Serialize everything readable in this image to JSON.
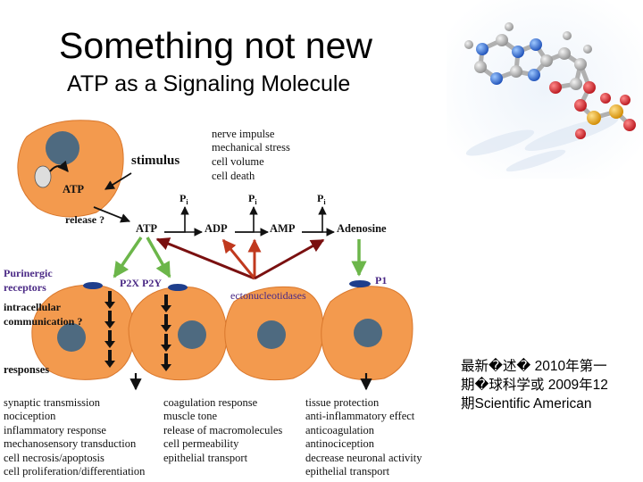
{
  "slide": {
    "title": "Something not new",
    "subtitle": "ATP as a Signaling Molecule"
  },
  "diagram": {
    "stimulus": "stimulus",
    "stimuli": [
      "nerve impulse",
      "mechanical stress",
      "cell volume",
      "cell death"
    ],
    "atp_in_cell": "ATP",
    "release": "release ?",
    "cascade": [
      "ATP",
      "ADP",
      "AMP",
      "Adenosine"
    ],
    "pi": "P",
    "pi_sub": "i",
    "receptors_p2": "P2X P2Y",
    "receptor_p1": "P1",
    "enzyme": "ectonucleotidases",
    "purinergic": [
      "Purinergic",
      "receptors"
    ],
    "communication": [
      "intracellular",
      "communication ?"
    ],
    "responses": "responses",
    "responses_col1": [
      "synaptic transmission",
      "nociception",
      "inflammatory response",
      "mechanosensory transduction",
      "cell necrosis/apoptosis",
      "cell proliferation/differentiation"
    ],
    "responses_col2": [
      "coagulation response",
      "muscle tone",
      "release of macromolecules",
      "cell permeability",
      "epithelial transport"
    ],
    "responses_col3": [
      "tissue protection",
      "anti-inflammatory effect",
      "anticoagulation",
      "antinociception",
      "decrease neuronal activity",
      "epithelial transport"
    ]
  },
  "citation": [
    "最新�述� 2010年第一",
    "期�球科学或 2009年12",
    "期Scientific American"
  ],
  "colors": {
    "cell": "#F39A4E",
    "cell_outline": "#D9772C",
    "nucleus": "#4E6A80",
    "receptor": "#1E3E8C",
    "purple_text": "#4B2A86",
    "green_arrow": "#6CB64A",
    "red_arrow": "#C0391E",
    "dark_red_arrow": "#7A1010"
  }
}
